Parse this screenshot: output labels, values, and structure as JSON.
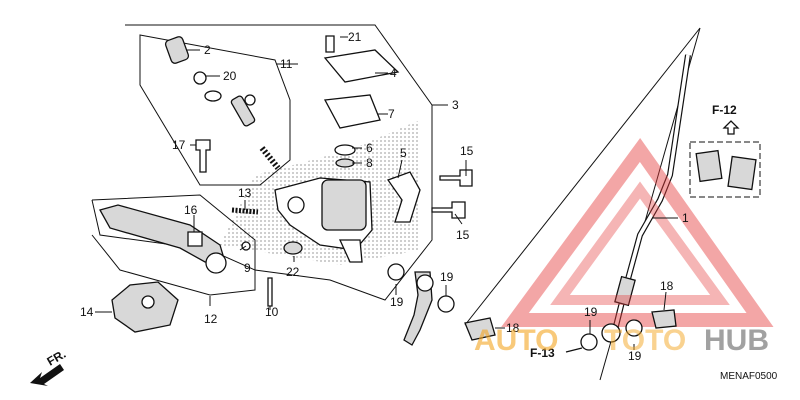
{
  "diagram": {
    "code": "MENAF0500",
    "front_label": "FR.",
    "ref_f12": "F-12",
    "ref_f13": "F-13",
    "watermark_left": "AUTO",
    "watermark_right": "HUB",
    "watermark_mid": "TOTO",
    "watermark_color_red": "#e63a3a",
    "watermark_color_orange": "#f5a623",
    "watermark_color_gray": "#8a8a8a",
    "callouts": {
      "c1": "1",
      "c2": "2",
      "c3": "3",
      "c4": "4",
      "c5": "5",
      "c6": "6",
      "c7": "7",
      "c8": "8",
      "c9": "9",
      "c10": "10",
      "c11": "11",
      "c12": "12",
      "c13": "13",
      "c14": "14",
      "c15a": "15",
      "c15b": "15",
      "c16": "16",
      "c17": "17",
      "c18a": "18",
      "c18b": "18",
      "c19a": "19",
      "c19b": "19",
      "c19c": "19",
      "c19d": "19",
      "c20": "20",
      "c21": "21",
      "c22": "22"
    }
  }
}
